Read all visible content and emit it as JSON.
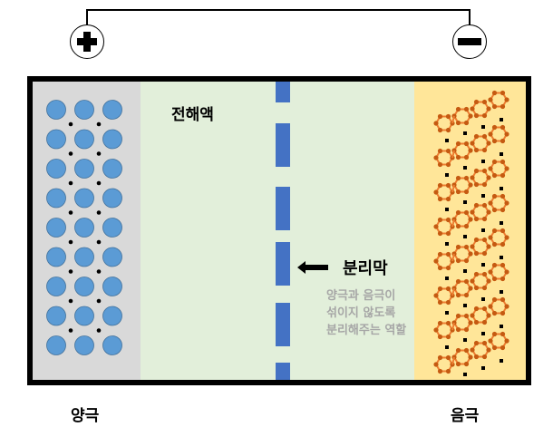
{
  "colors": {
    "cathode_bg": "#d9d9d9",
    "electrolyte_bg": "#e2efda",
    "anode_bg": "#ffe699",
    "separator": "#4472c4",
    "ion_circle": "#5b9bd5",
    "graphite": "#c55a11",
    "description_text": "#a6a6a6"
  },
  "terminals": {
    "positive": {
      "symbol": "+",
      "icon": "plus-icon"
    },
    "negative": {
      "symbol": "−",
      "icon": "minus-icon"
    }
  },
  "labels": {
    "electrolyte": "전해액",
    "separator": "분리막",
    "separator_description": [
      "양극과 음극이",
      "섞이지 않도록",
      "분리해주는 역할"
    ],
    "cathode": "양극",
    "anode": "음극"
  },
  "separator_arrow": {
    "icon": "arrow-left-icon",
    "direction": "left"
  }
}
